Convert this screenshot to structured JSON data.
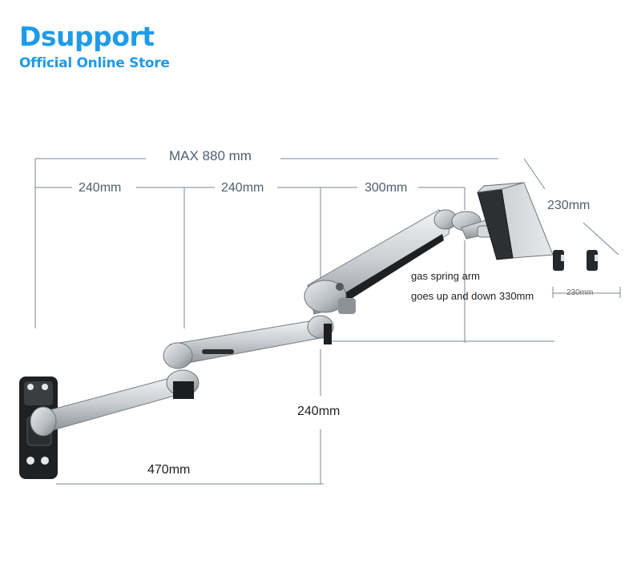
{
  "brand": {
    "name": "Dsupport",
    "subtitle": "Official Online Store",
    "color": "#1f9be8"
  },
  "dimensions": {
    "max_width": "MAX 880 mm",
    "segment_1": "240mm",
    "segment_2": "240mm",
    "segment_3": "300mm",
    "tray_depth": "230mm",
    "tray_width": "230mm",
    "height_offset": "240mm",
    "wall_reach": "470mm"
  },
  "notes": {
    "line1": "gas spring arm",
    "line2": "goes up and down 330mm"
  }
}
